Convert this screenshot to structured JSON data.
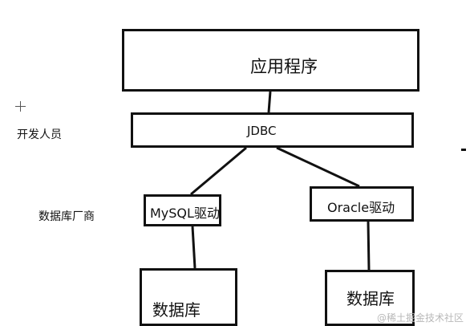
{
  "diagram": {
    "nodes": {
      "app": {
        "label": "应用程序"
      },
      "jdbc": {
        "label": "JDBC"
      },
      "mysql_driver": {
        "label": "MySQL驱动"
      },
      "oracle_driver": {
        "label": "Oracle驱动"
      },
      "db_left": {
        "label": "数据库"
      },
      "db_right": {
        "label": "数据库"
      }
    },
    "side_labels": {
      "developer": "开发人员",
      "vendor": "数据库厂商"
    },
    "edges": [
      {
        "from": "app",
        "to": "jdbc"
      },
      {
        "from": "jdbc",
        "to": "mysql_driver"
      },
      {
        "from": "jdbc",
        "to": "oracle_driver"
      },
      {
        "from": "mysql_driver",
        "to": "db_left"
      },
      {
        "from": "oracle_driver",
        "to": "db_right"
      }
    ],
    "cursor_icon": "crosshair-cursor-icon",
    "watermark": "@稀土掘金技术社区"
  }
}
